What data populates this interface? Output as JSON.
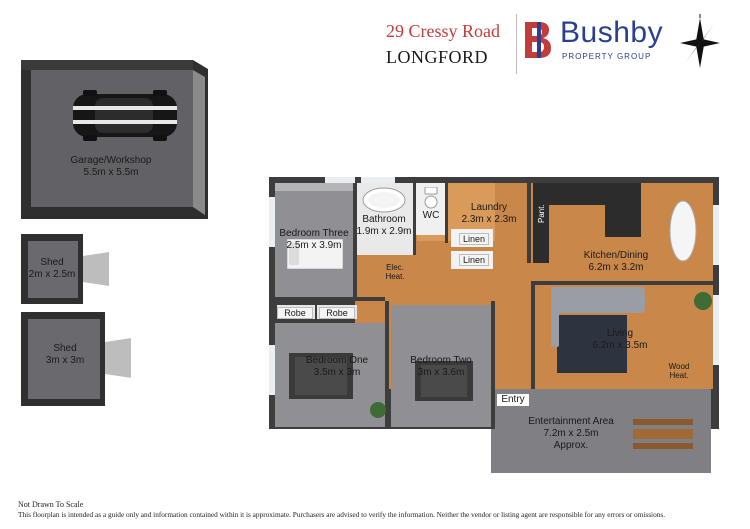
{
  "header": {
    "address_line1": "29 Cressy Road",
    "address_line2": "LONGFORD",
    "brand_name": "Bushby",
    "brand_tagline": "PROPERTY GROUP",
    "brand_color": "#2a3f8f",
    "accent_color": "#c43b3b"
  },
  "rooms": {
    "garage": {
      "name": "Garage/Workshop",
      "dims": "5.5m x 5.5m"
    },
    "shed1": {
      "name": "Shed",
      "dims": "2m x 2.5m"
    },
    "shed2": {
      "name": "Shed",
      "dims": "3m x 3m"
    },
    "bedroom3": {
      "name": "Bedroom Three",
      "dims": "2.5m x 3.9m"
    },
    "bathroom": {
      "name": "Bathroom",
      "dims": "1.9m x 2.9m"
    },
    "wc": {
      "name": "WC"
    },
    "laundry": {
      "name": "Laundry",
      "dims": "2.3m x 2.3m"
    },
    "kitchen": {
      "name": "Kitchen/Dining",
      "dims": "6.2m x 3.2m"
    },
    "living": {
      "name": "Living",
      "dims": "6.2m x 3.5m"
    },
    "bedroom1": {
      "name": "Bedroom One",
      "dims": "3.5m x 3m"
    },
    "bedroom2": {
      "name": "Bedroom Two",
      "dims": "3m x 3.6m"
    },
    "entertainment": {
      "name": "Entertainment Area",
      "dims": "7.2m x 2.5m",
      "note": "Approx."
    }
  },
  "labels": {
    "linen1": "Linen",
    "linen2": "Linen",
    "pantry": "Pant.",
    "elec_heat_1": "Elec.",
    "elec_heat_2": "Heat.",
    "robe1": "Robe",
    "robe2": "Robe",
    "wood_heat_1": "Wood",
    "wood_heat_2": "Heat.",
    "entry": "Entry"
  },
  "footer": {
    "line1": "Not Drawn To Scale",
    "line2": "This floorplan is intended as a guide only and information contained within it is approximate. Purchasers are advised to verify the information. Neither the vendor or listing agent are responsible for any errors or omissions."
  },
  "icons": [
    "compass-icon",
    "bushby-logo-icon",
    "car-icon",
    "bathtub-icon",
    "toilet-icon",
    "bed-icon",
    "sofa-icon",
    "dining-table-icon",
    "plant-icon",
    "picnic-table-icon"
  ]
}
